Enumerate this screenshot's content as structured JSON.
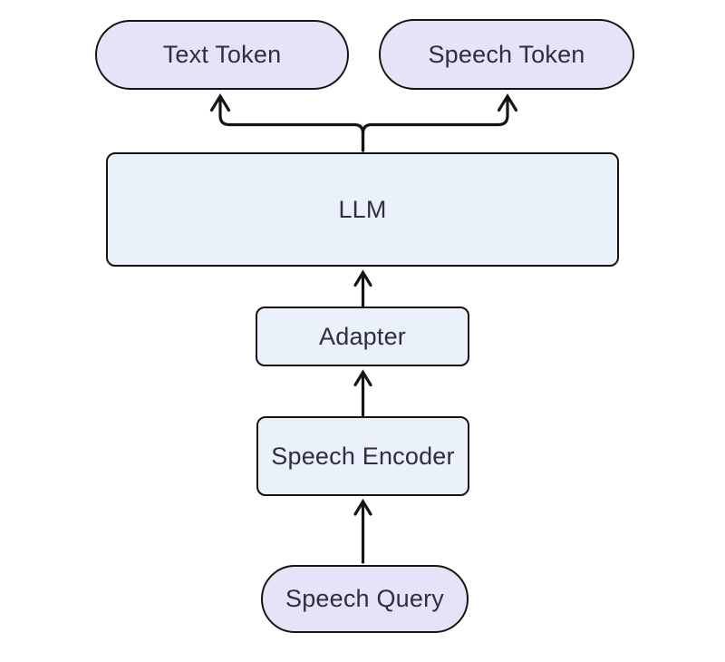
{
  "diagram": {
    "type": "flowchart",
    "direction": "bottom-to-top",
    "nodes": {
      "text_token": {
        "label": "Text Token",
        "shape": "pill"
      },
      "speech_token": {
        "label": "Speech Token",
        "shape": "pill"
      },
      "llm": {
        "label": "LLM",
        "shape": "rect"
      },
      "adapter": {
        "label": "Adapter",
        "shape": "rect"
      },
      "speech_encoder": {
        "label": "Speech Encoder",
        "shape": "rect"
      },
      "speech_query": {
        "label": "Speech Query",
        "shape": "pill"
      }
    },
    "edges": [
      {
        "from": "speech_query",
        "to": "speech_encoder"
      },
      {
        "from": "speech_encoder",
        "to": "adapter"
      },
      {
        "from": "adapter",
        "to": "llm"
      },
      {
        "from": "llm",
        "to": "text_token"
      },
      {
        "from": "llm",
        "to": "speech_token"
      }
    ],
    "colors": {
      "background": "#ffffff",
      "pill_fill": "#e8e2f8",
      "rect_fill": "#ebf1fa",
      "stroke": "#141414",
      "text": "#2e2e3e"
    }
  }
}
